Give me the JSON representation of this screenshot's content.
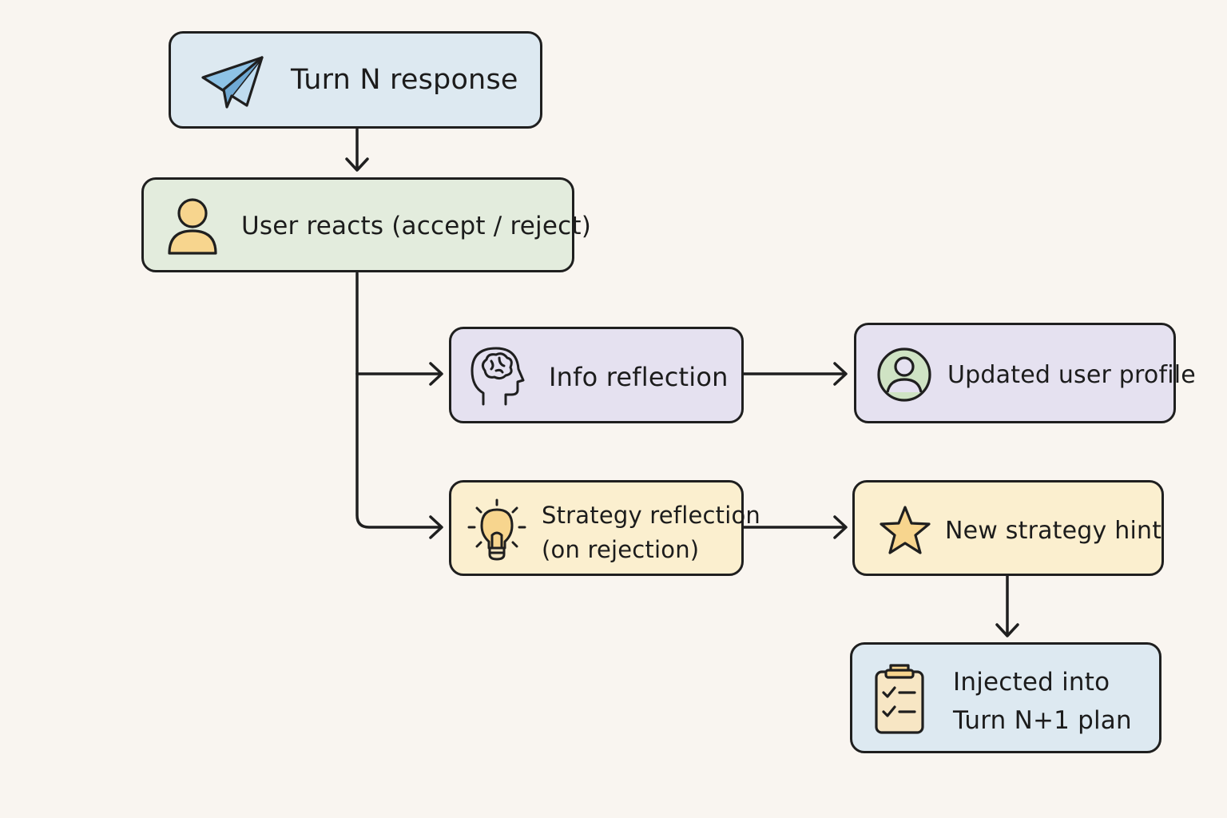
{
  "colors": {
    "background": "#f9f5f0",
    "blue_fill": "#dde9f1",
    "green_fill": "#e3ecdd",
    "purple_fill": "#e5e1f0",
    "yellow_fill": "#fbefcf",
    "stroke": "#1f1f1f",
    "icon_blue": "#8ec3e6",
    "icon_yellow": "#f7d58e",
    "icon_green": "#cfe3c4"
  },
  "nodes": {
    "turn_n_response": {
      "label": "Turn N response",
      "icon": "paper-plane-icon"
    },
    "user_reacts": {
      "label": "User reacts (accept / reject)",
      "icon": "user-icon"
    },
    "info_reflection": {
      "label": "Info reflection",
      "icon": "brain-head-icon"
    },
    "updated_user_profile": {
      "label": "Updated user profile",
      "icon": "user-profile-icon"
    },
    "strategy_reflection": {
      "line1": "Strategy reflection",
      "line2": "(on rejection)",
      "icon": "lightbulb-icon"
    },
    "new_strategy_hint": {
      "label": "New strategy hint",
      "icon": "star-icon"
    },
    "injected_plan": {
      "line1": "Injected into",
      "line2": "Turn N+1 plan",
      "icon": "clipboard-checklist-icon"
    }
  },
  "edges": [
    {
      "from": "Turn N response",
      "to": "User reacts (accept / reject)"
    },
    {
      "from": "User reacts (accept / reject)",
      "to": "Info reflection"
    },
    {
      "from": "User reacts (accept / reject)",
      "to": "Strategy reflection"
    },
    {
      "from": "Info reflection",
      "to": "Updated user profile"
    },
    {
      "from": "Strategy reflection",
      "to": "New strategy hint"
    },
    {
      "from": "New strategy hint",
      "to": "Injected into Turn N+1 plan"
    }
  ]
}
